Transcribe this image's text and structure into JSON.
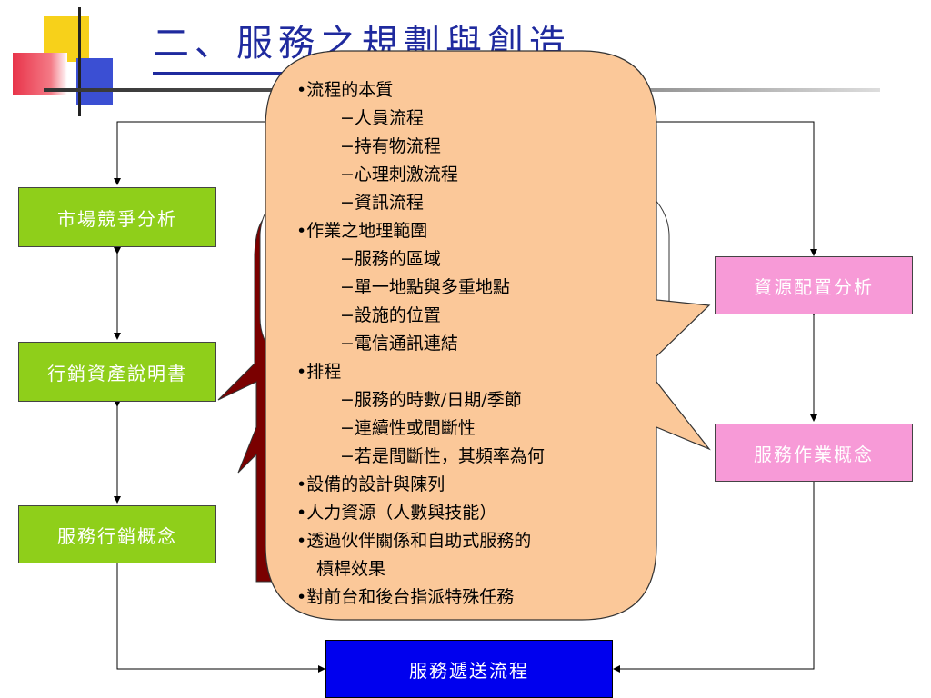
{
  "title": "二、服務之規劃與創造",
  "left_boxes": [
    {
      "label": "市場競爭分析"
    },
    {
      "label": "行銷資產說明書"
    },
    {
      "label": "服務行銷概念"
    }
  ],
  "right_boxes": [
    {
      "label": "資源配置分析"
    },
    {
      "label": "服務作業概念"
    }
  ],
  "bottom_box": {
    "label": "服務遞送流程"
  },
  "callout": {
    "lines": [
      {
        "text": "•流程的本質",
        "level": 0
      },
      {
        "text": "−人員流程",
        "level": 1
      },
      {
        "text": "−持有物流程",
        "level": 1
      },
      {
        "text": "−心理刺激流程",
        "level": 1
      },
      {
        "text": "−資訊流程",
        "level": 1
      },
      {
        "text": "•作業之地理範圍",
        "level": 0
      },
      {
        "text": "−服務的區域",
        "level": 1
      },
      {
        "text": "−單一地點與多重地點",
        "level": 1
      },
      {
        "text": "−設施的位置",
        "level": 1
      },
      {
        "text": "−電信通訊連結",
        "level": 1
      },
      {
        "text": "•排程",
        "level": 0
      },
      {
        "text": "−服務的時數/日期/季節",
        "level": 1
      },
      {
        "text": "−連續性或間斷性",
        "level": 1
      },
      {
        "text": "−若是間斷性，其頻率為何",
        "level": 1
      },
      {
        "text": "•設備的設計與陳列",
        "level": 0
      },
      {
        "text": "•人力資源（人數與技能）",
        "level": 0
      },
      {
        "text": "•透過伙伴關係和自助式服務的",
        "level": 0
      },
      {
        "text": "槓桿效果",
        "level": 2
      },
      {
        "text": "•對前台和後台指派特殊任務",
        "level": 0
      }
    ]
  },
  "colors": {
    "green": "#8fcf1a",
    "pink": "#f79ad7",
    "blue": "#0000ee",
    "callout": "#fbc899",
    "dark_red": "#7a0000",
    "title": "#1f2a9e"
  }
}
